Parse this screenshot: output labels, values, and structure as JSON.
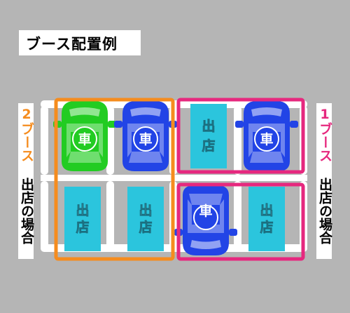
{
  "title": "ブース配置例",
  "left_label": {
    "accent": "2ブース",
    "rest": "出店の場合",
    "accent_color": "#f58c1e"
  },
  "right_label": {
    "accent": "1ブース",
    "rest": "出店の場合",
    "accent_color": "#e6287e"
  },
  "stall_label": "出店",
  "car_label": "車",
  "colors": {
    "car_green": "#22cc22",
    "car_blue": "#2244e6",
    "stall": "#2bc5dd",
    "orange_frame": "#f58c1e",
    "pink_frame": "#e6287e",
    "ground": "#b5b5b5"
  }
}
